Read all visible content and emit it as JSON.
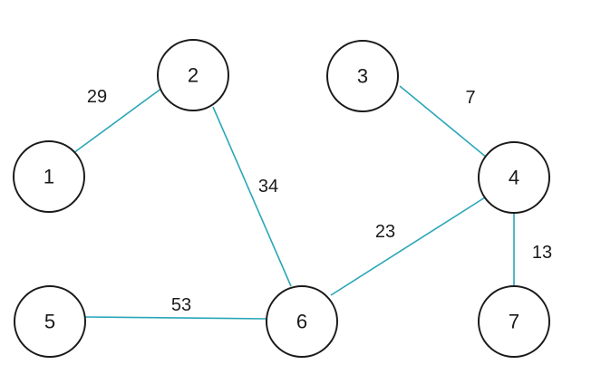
{
  "colors": {
    "edge": "#2aa6b8",
    "node_stroke": "#1a1a1a",
    "background": "#ffffff"
  },
  "nodes": [
    {
      "id": "1",
      "label": "1"
    },
    {
      "id": "2",
      "label": "2"
    },
    {
      "id": "3",
      "label": "3"
    },
    {
      "id": "4",
      "label": "4"
    },
    {
      "id": "5",
      "label": "5"
    },
    {
      "id": "6",
      "label": "6"
    },
    {
      "id": "7",
      "label": "7"
    }
  ],
  "edges": [
    {
      "from": "1",
      "to": "2",
      "weight": "29"
    },
    {
      "from": "2",
      "to": "6",
      "weight": "34"
    },
    {
      "from": "3",
      "to": "4",
      "weight": "7"
    },
    {
      "from": "4",
      "to": "6",
      "weight": "23"
    },
    {
      "from": "4",
      "to": "7",
      "weight": "13"
    },
    {
      "from": "5",
      "to": "6",
      "weight": "53"
    }
  ]
}
